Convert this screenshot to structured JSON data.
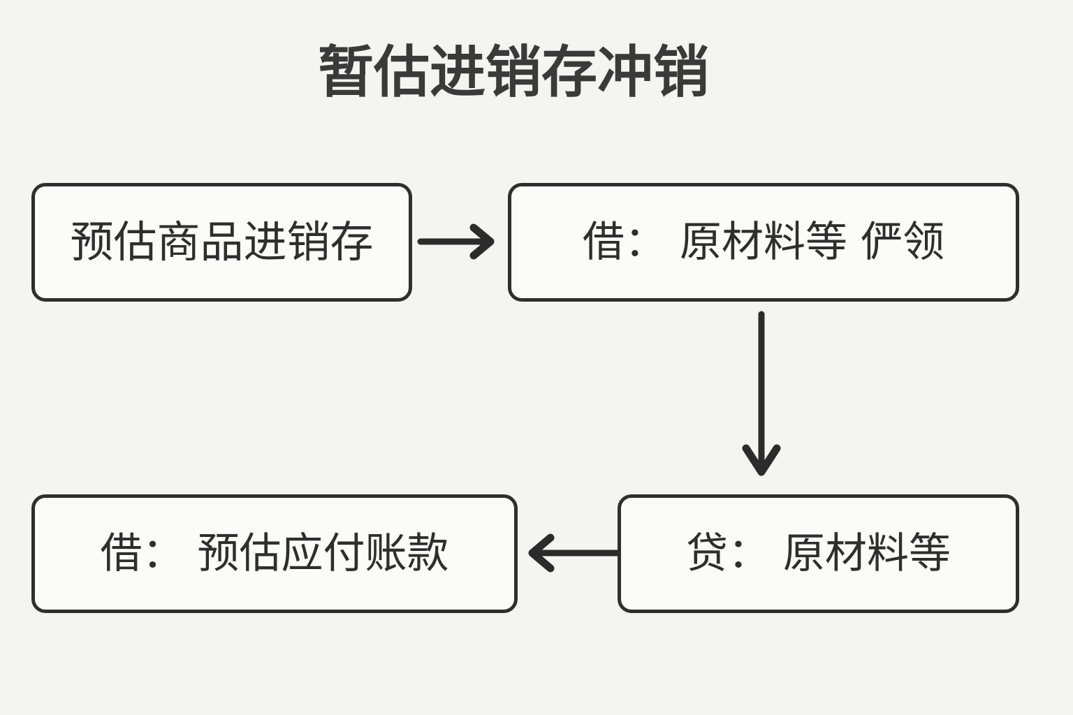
{
  "page": {
    "title": "暂估进销存冲销",
    "background_color": "#f4f4f3",
    "text_color": "#2e2e2e",
    "border_color": "#2f2f2f",
    "box_fill_color": "#fbfbfa",
    "arrow_color": "#2b2b2b"
  },
  "diagram": {
    "type": "flowchart",
    "title": "暂估进销存冲销",
    "nodes": [
      {
        "id": "estimate-inventory",
        "label": "预估商品进销存",
        "shape": "rounded-rectangle",
        "position": "top-left"
      },
      {
        "id": "debit-materials",
        "label": "借： 原材料等 俨领",
        "shape": "rounded-rectangle",
        "position": "top-right"
      },
      {
        "id": "debit-payable",
        "label": "借： 预估应付账款",
        "shape": "rounded-rectangle",
        "position": "bottom-left"
      },
      {
        "id": "credit-materials",
        "label": "贷： 原材料等",
        "shape": "rounded-rectangle",
        "position": "bottom-right"
      }
    ],
    "edges": [
      {
        "id": "estimate-to-debit",
        "from": "estimate-inventory",
        "to": "debit-materials",
        "direction": "right"
      },
      {
        "id": "debit-to-credit",
        "from": "debit-materials",
        "to": "credit-materials",
        "direction": "down"
      },
      {
        "id": "credit-to-payable",
        "from": "credit-materials",
        "to": "debit-payable",
        "direction": "left"
      }
    ]
  }
}
